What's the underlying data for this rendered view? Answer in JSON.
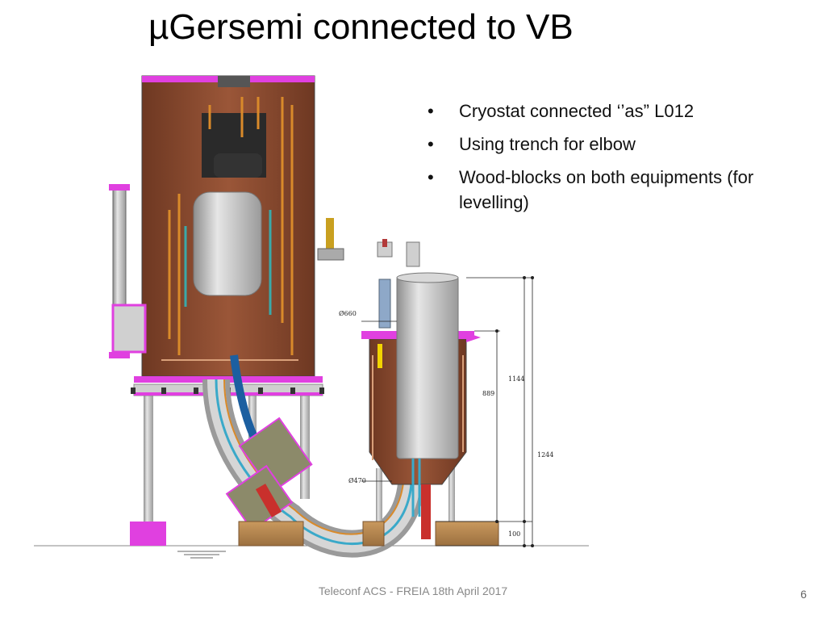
{
  "slide": {
    "title": "µGersemi connected to VB",
    "bullets": [
      "Cryostat connected ‘’as” L012",
      "Using trench for elbow",
      "Wood-blocks on both equipments (for levelling)"
    ],
    "footer": "Teleconf ACS - FREIA 18th April 2017",
    "page_number": "6"
  },
  "drawing": {
    "dimensions": {
      "flange_diameter": "Ø660",
      "bottom_diameter": "Ø470",
      "height_inner": "889",
      "height_mid": "1144",
      "height_total": "1244",
      "base_height": "100"
    }
  },
  "colors": {
    "cryostat_body": "#8a4a2e",
    "flange": "#e040e0",
    "wood": "#b98a52",
    "steel": "#c8c8c8"
  }
}
